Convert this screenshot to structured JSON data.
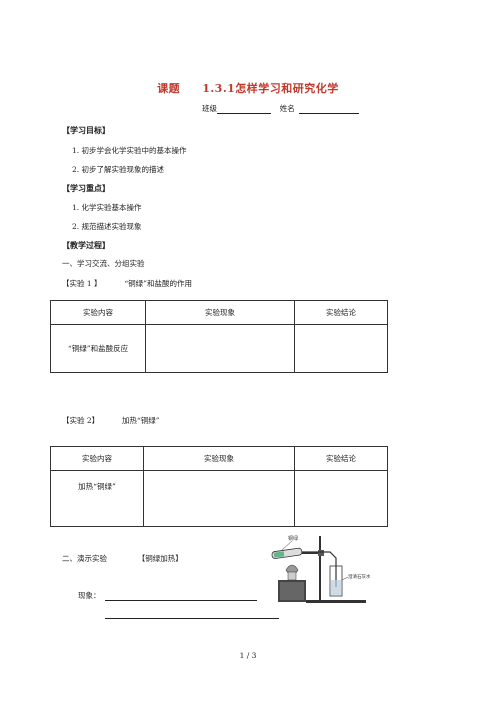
{
  "title": {
    "label": "课题",
    "text": "1.3.1怎样学习和研究化学"
  },
  "meta": {
    "class_label": "班级",
    "name_label": "姓名"
  },
  "goals": {
    "heading": "【学习目标】",
    "items": [
      "1. 初步学会化学实验中的基本操作",
      "2. 初步了解实验现象的描述"
    ]
  },
  "keys": {
    "heading": "【学习重点】",
    "items": [
      "1. 化学实验基本操作",
      "2. 规范描述实验现象"
    ]
  },
  "process": {
    "heading": "【教学过程】",
    "part1": "一、学习交流、分组实验"
  },
  "exp1": {
    "label": "【实验 1 】",
    "title": "“铜绿”和盐酸的作用",
    "headers": [
      "实验内容",
      "实验现象",
      "实验结论"
    ],
    "content": "“铜绿”和盐酸反应"
  },
  "exp2": {
    "label": "【实验 2】",
    "title": "加热“铜绿”",
    "headers": [
      "实验内容",
      "实验现象",
      "实验结论"
    ],
    "content": "加热“铜绿”"
  },
  "demo": {
    "part2": "二、演示实验",
    "label": "【铜绿加热】",
    "observe": "现象：",
    "fig_label_top": "铜绿",
    "fig_label_right": "澄清石灰水"
  },
  "footer": {
    "page": "1 / 3"
  }
}
